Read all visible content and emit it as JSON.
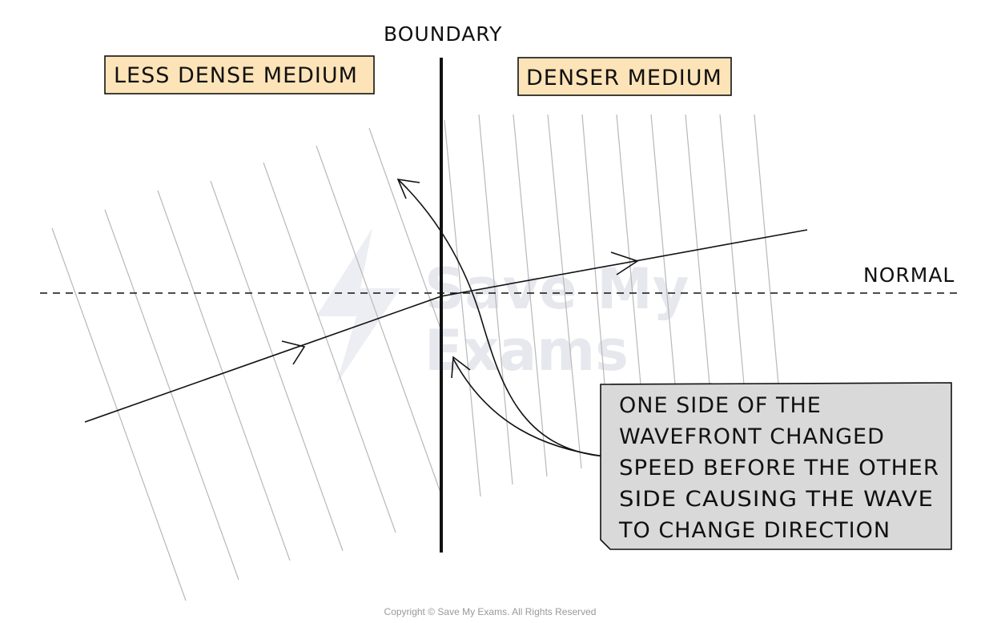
{
  "labels": {
    "boundary": "BOUNDARY",
    "normal": "NORMAL",
    "less_dense": "LESS DENSE MEDIUM",
    "denser": "DENSER MEDIUM"
  },
  "callout": {
    "lines": [
      "ONE SIDE OF THE",
      "WAVEFRONT CHANGED",
      "SPEED BEFORE THE OTHER",
      "SIDE CAUSING THE WAVE",
      "TO CHANGE DIRECTION"
    ]
  },
  "watermark": {
    "line1": "Save My",
    "line2": "Exams"
  },
  "copyright": "Copyright © Save My Exams. All Rights Reserved",
  "colors": {
    "medium_box_fill": "#fde4b8",
    "callout_fill": "#d9d9d9",
    "wavefront_line": "#b8b8b8",
    "ink": "#111111"
  }
}
